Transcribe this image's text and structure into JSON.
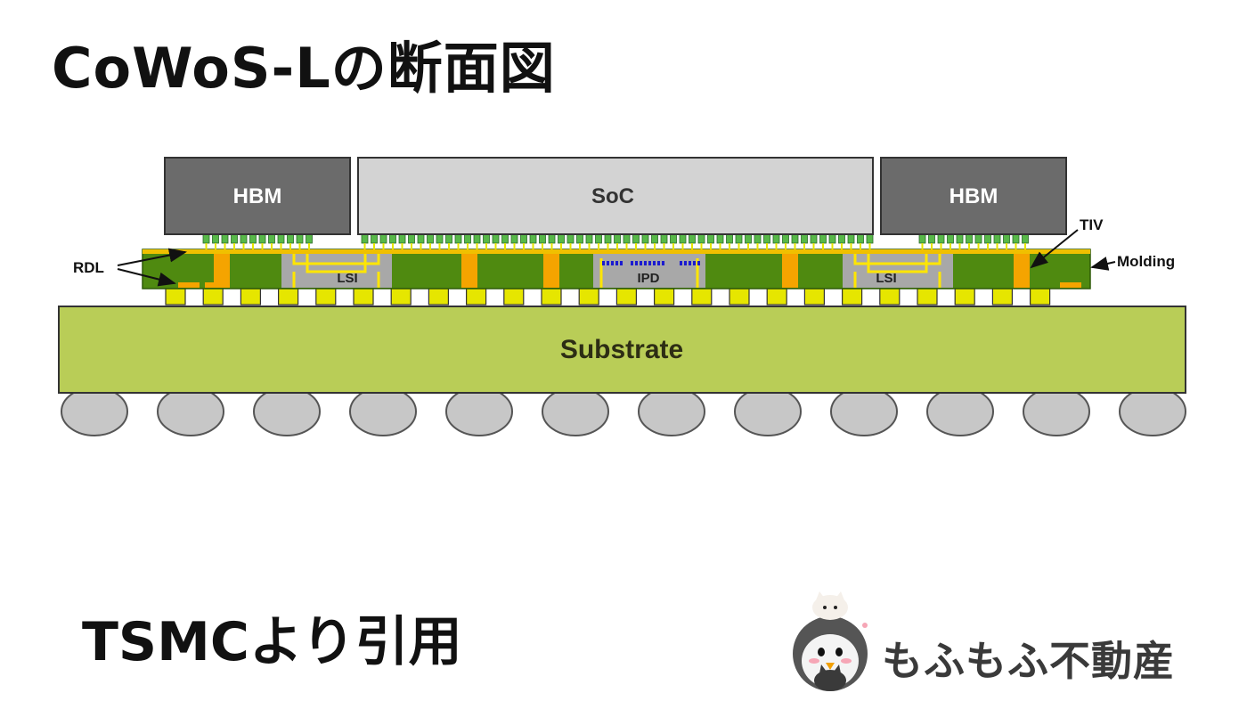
{
  "page": {
    "title": "CoWoS-Lの断面図",
    "source_note": "TSMCより引用"
  },
  "diagram": {
    "chips": {
      "hbm_left": "HBM",
      "soc": "SoC",
      "hbm_right": "HBM"
    },
    "interposer": {
      "lsi_left": "LSI",
      "ipd": "IPD",
      "lsi_right": "LSI"
    },
    "callouts": {
      "rdl": "RDL",
      "tiv": "TIV",
      "molding": "Molding"
    },
    "substrate": "Substrate",
    "colors": {
      "hbm": "#6b6b6b",
      "soc": "#d3d3d3",
      "molding": "#4f8a10",
      "substrate": "#b9cd57",
      "tiv": "#f5a400",
      "pad": "#e6e600",
      "bump": "#c7c7c7",
      "microbump": "#58b848",
      "ipd_cap": "#1a1ad0"
    }
  },
  "logo": {
    "text": "もふもふ不動産",
    "icon": "penguin-cat-mascot-icon"
  }
}
